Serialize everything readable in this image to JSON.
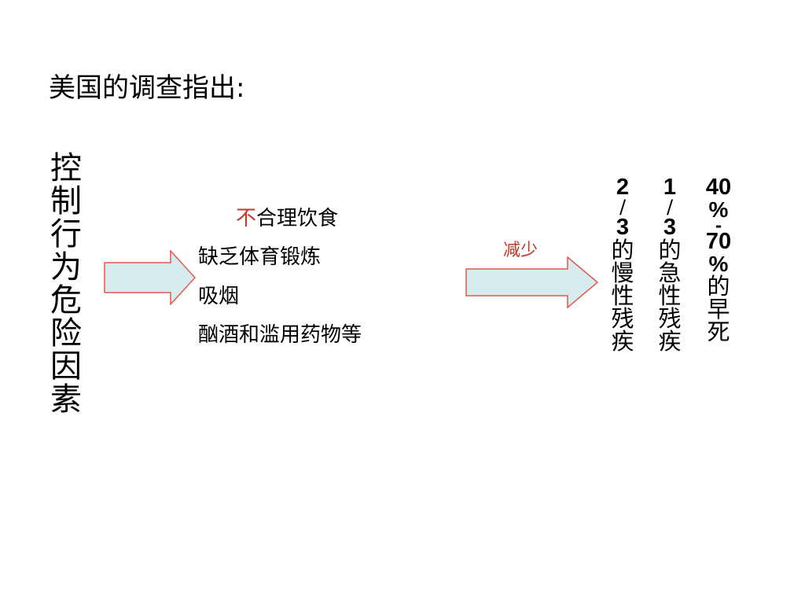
{
  "title": "美国的调查指出:",
  "left_label": [
    "控",
    "制",
    "行",
    "为",
    "危",
    "险",
    "因",
    "素"
  ],
  "factors": {
    "first_prefix": "不",
    "first_rest": "合理饮食",
    "items": [
      "缺乏体育锻炼",
      "吸烟",
      "酗酒和滥用药物等"
    ]
  },
  "reduce_label": "减少",
  "outcomes": {
    "chronic": {
      "num_top": "2",
      "slash": "/",
      "num_bottom": "3",
      "chars": [
        "的",
        "慢",
        "性",
        "残",
        "疾"
      ]
    },
    "acute": {
      "num_top": "1",
      "slash": "/",
      "num_bottom": "3",
      "chars": [
        "的",
        "急",
        "性",
        "残",
        "疾"
      ]
    },
    "death": {
      "p1": "40",
      "pct1": "%",
      "dash": "-",
      "p2": "70",
      "pct2": "%",
      "chars": [
        "的",
        "早",
        "死"
      ]
    }
  },
  "colors": {
    "arrow_fill": "#d6ecef",
    "arrow_stroke": "#e05a4a",
    "accent_red": "#c0392b"
  }
}
